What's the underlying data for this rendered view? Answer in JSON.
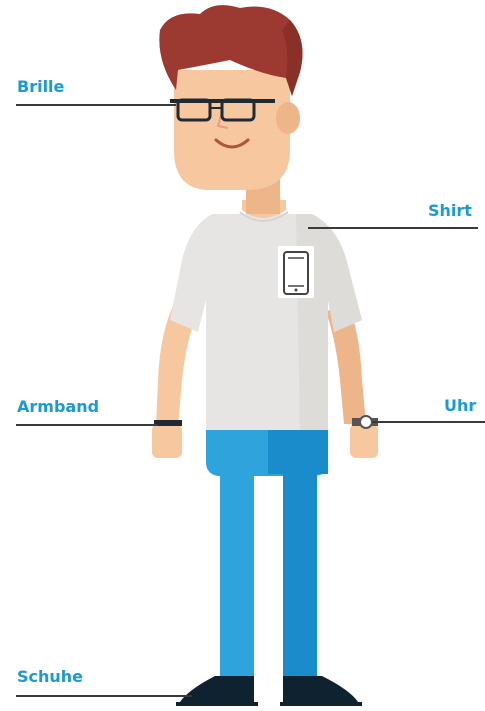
{
  "colors": {
    "label": "#1b9ad6",
    "line": "#3a3a3a",
    "hair": "#9c3a32",
    "skin": "#f7c7a0",
    "skin_shadow": "#eeb48a",
    "shirt": "#e6e5e3",
    "jeans_light": "#2ea3dc",
    "jeans_dark": "#1b8ccb",
    "shoes": "#0e2230",
    "glasses": "#1f2a33"
  },
  "labels": {
    "brille": "Brille",
    "shirt": "Shirt",
    "armband": "Armband",
    "uhr": "Uhr",
    "schuhe": "Schuhe"
  },
  "icons": {
    "pocket_device": "smartphone-icon"
  }
}
